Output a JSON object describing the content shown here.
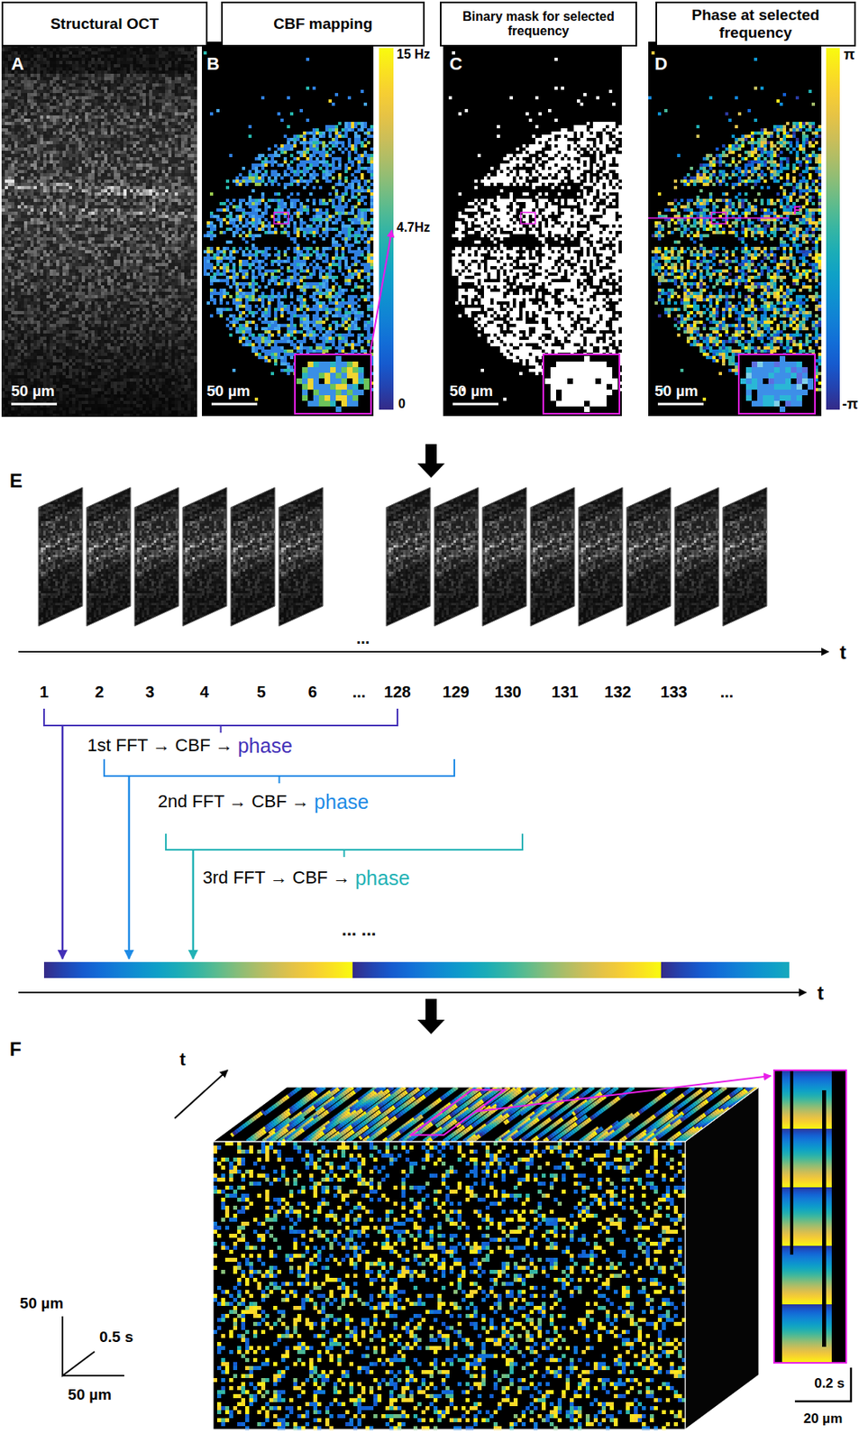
{
  "diagram": {
    "nodes": [
      {
        "text": [
          "Structural OCT"
        ]
      },
      {
        "text": [
          "CBF mapping"
        ]
      },
      {
        "text": [
          "Binary mask for selected frequency"
        ]
      },
      {
        "text": [
          "Phase at selected frequency"
        ]
      }
    ],
    "labels": [
      "A",
      "50 µm",
      "B",
      "15 Hz",
      "4.7Hz",
      "0",
      "50 µm",
      "C",
      "50 µm",
      "D",
      "F",
      "π",
      "-π",
      "50 µm",
      "E",
      "...",
      "1",
      "2",
      "3",
      "4",
      "5",
      "6",
      "...",
      "128",
      "129",
      "130",
      "131",
      "132",
      "133",
      "...",
      "t",
      "1st FFT → CBF →",
      "phase",
      "2nd FFT → CBF →",
      "phase",
      "3rd FFT → CBF →",
      "phase",
      "... ...",
      "t",
      "F",
      "t",
      "50 µm",
      "0.5 s",
      "50 µm",
      "0.2 s",
      "20 µm"
    ]
  }
}
